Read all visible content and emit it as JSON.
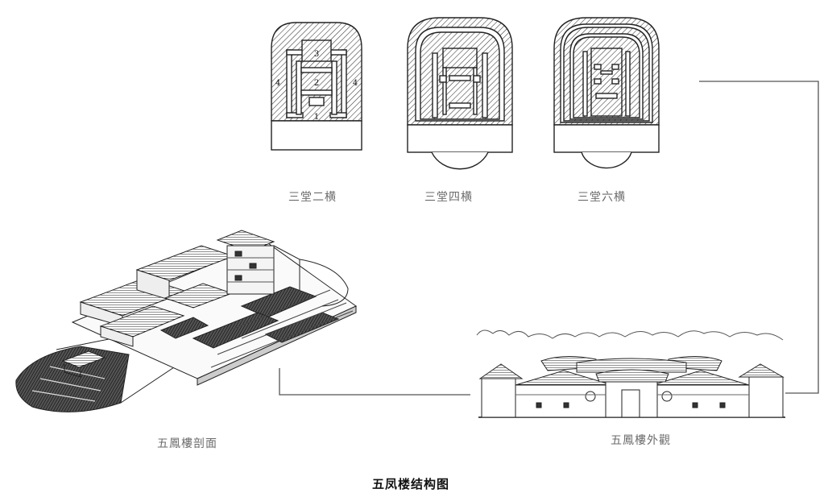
{
  "figure": {
    "title": "五凤楼结构图",
    "plans": [
      {
        "label": "三堂二横",
        "numbers": [
          "3",
          "2",
          "1",
          "4",
          "4"
        ]
      },
      {
        "label": "三堂四横"
      },
      {
        "label": "三堂六横"
      }
    ],
    "section_label": "五鳳樓剖面",
    "elevation_label": "五鳳樓外觀"
  }
}
